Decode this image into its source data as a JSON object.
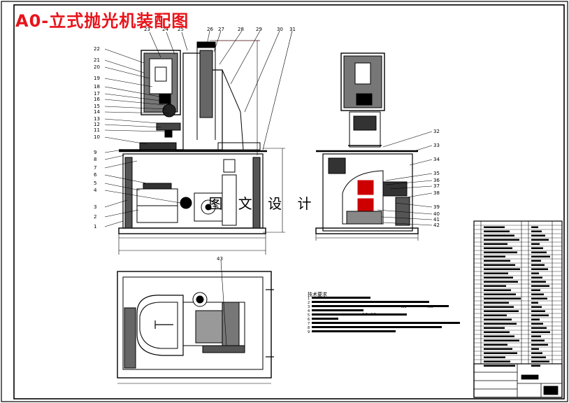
{
  "title": "A0-立式抛光机装配图",
  "watermark": "图 文 设 计",
  "notes": {
    "title": "技术要求",
    "numbers": [
      "1",
      "2",
      "3",
      "4",
      "5",
      "6",
      "7",
      "8",
      "9"
    ],
    "fragments": [
      "0.3~0.5mm",
      "400",
      "400"
    ]
  },
  "callouts_left": [
    "22",
    "21",
    "20",
    "19",
    "18",
    "17",
    "16",
    "15",
    "14",
    "13",
    "12",
    "11",
    "10",
    "9",
    "8",
    "7",
    "6",
    "5",
    "4",
    "3",
    "2",
    "1"
  ],
  "callouts_top": [
    "23",
    "24",
    "25",
    "26",
    "27",
    "28",
    "29",
    "30",
    "31"
  ],
  "callouts_right": [
    "32",
    "33",
    "34",
    "35",
    "36",
    "37",
    "38",
    "39",
    "40",
    "41",
    "42"
  ],
  "callout_plan": "43"
}
